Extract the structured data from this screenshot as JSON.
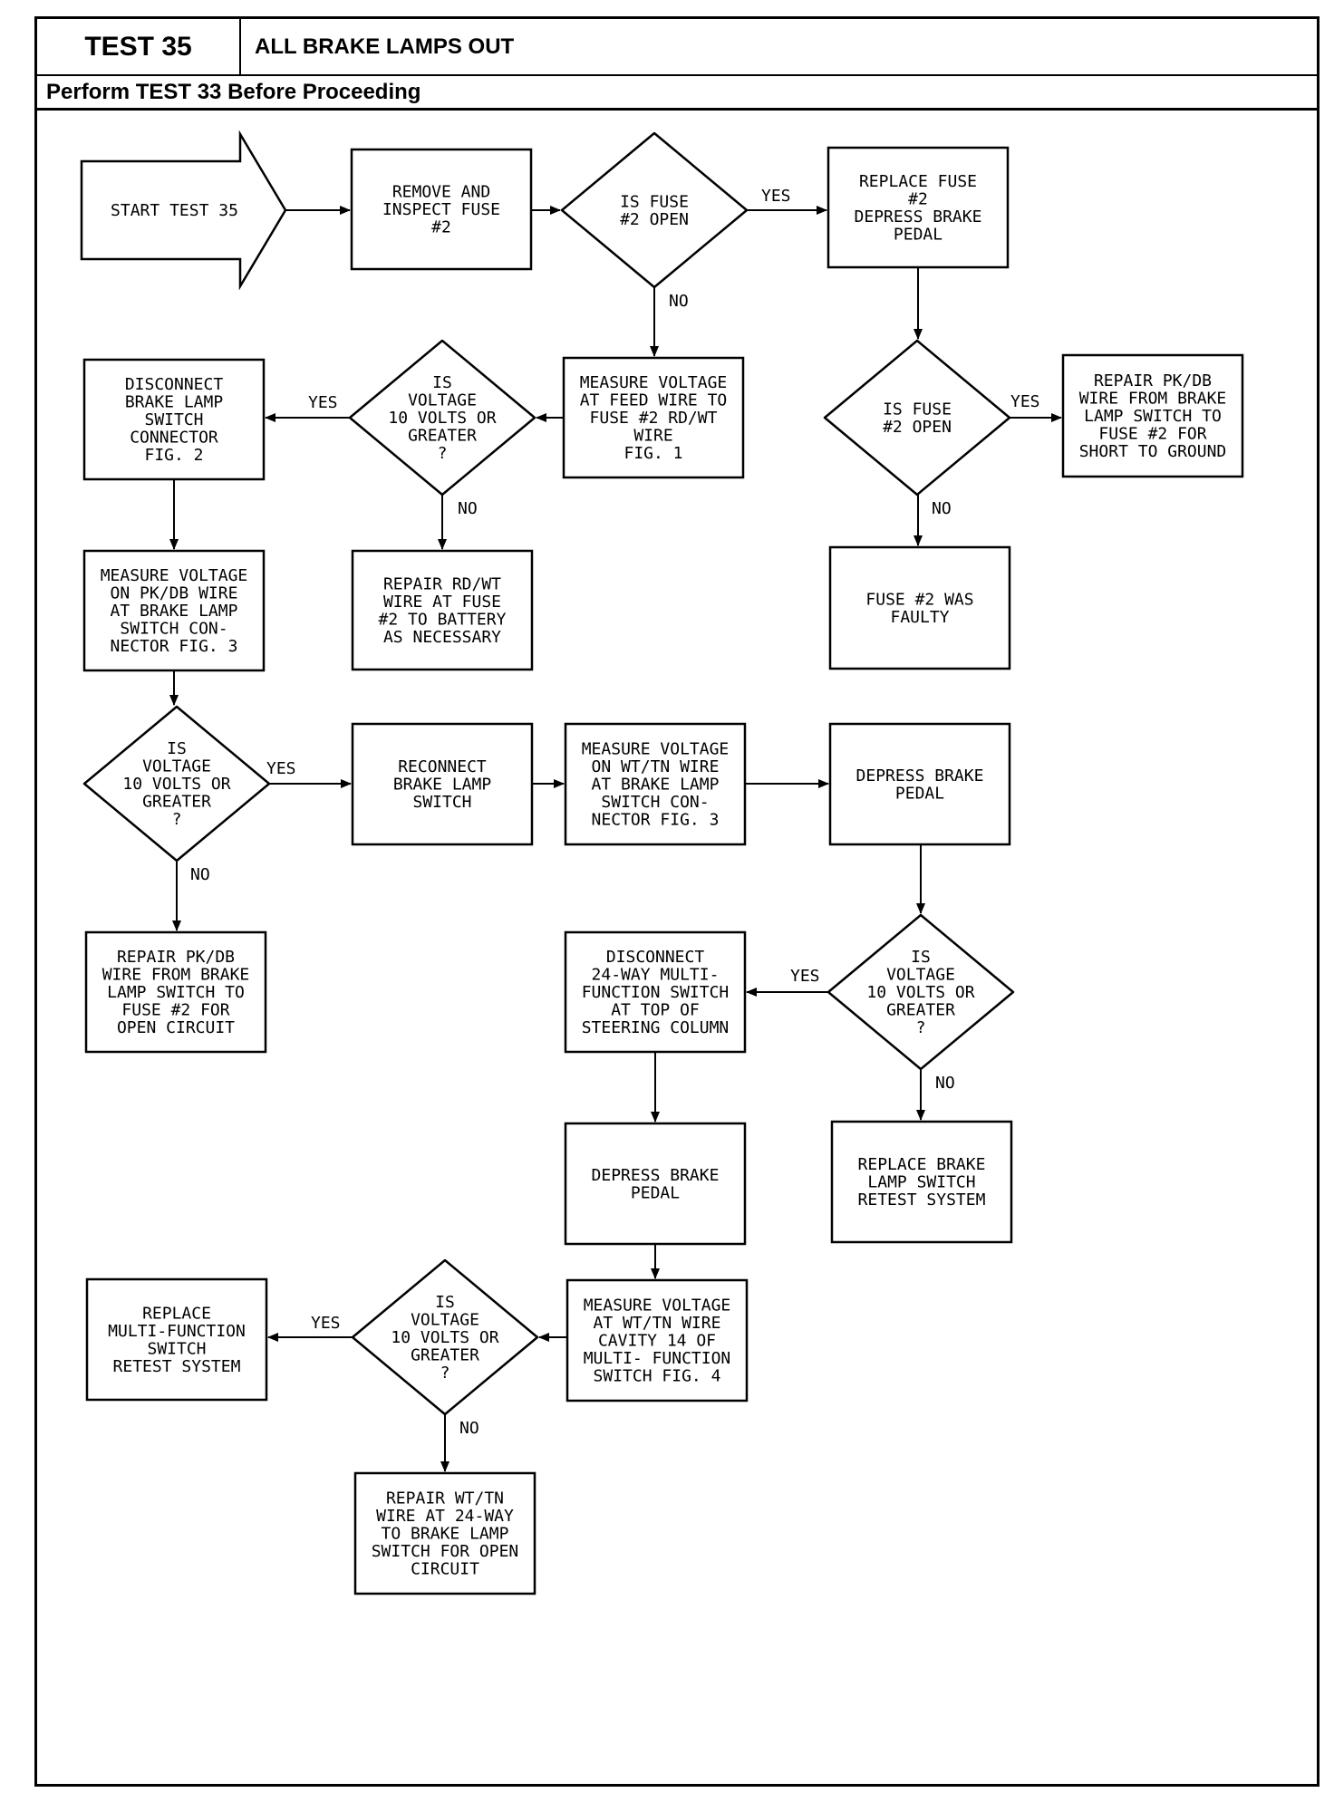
{
  "header": {
    "test_number": "TEST 35",
    "title": "ALL BRAKE LAMPS OUT",
    "prerequisite": "Perform TEST 33 Before Proceeding"
  },
  "nodes": {
    "start": {
      "shape": "arrow",
      "lines": [
        "START TEST 35"
      ]
    },
    "remove_fuse": {
      "shape": "box",
      "lines": [
        "REMOVE AND",
        "INSPECT FUSE",
        "#2"
      ]
    },
    "q_fuse_open_1": {
      "shape": "diamond",
      "lines": [
        "IS FUSE",
        "#2 OPEN"
      ]
    },
    "replace_fuse": {
      "shape": "box",
      "lines": [
        "REPLACE FUSE",
        "#2",
        "DEPRESS BRAKE",
        "PEDAL"
      ]
    },
    "measure_feed": {
      "shape": "box",
      "lines": [
        "MEASURE VOLTAGE",
        "AT FEED WIRE TO",
        "FUSE #2 RD/WT",
        "WIRE",
        "FIG. 1"
      ]
    },
    "q_fuse_open_2": {
      "shape": "diamond",
      "lines": [
        "IS FUSE",
        "#2 OPEN"
      ]
    },
    "repair_short": {
      "shape": "box",
      "lines": [
        "REPAIR PK/DB",
        "WIRE FROM BRAKE",
        "LAMP SWITCH TO",
        "FUSE #2 FOR",
        "SHORT TO GROUND"
      ]
    },
    "q_voltage_1": {
      "shape": "diamond",
      "lines": [
        "IS",
        "VOLTAGE",
        "10 VOLTS OR",
        "GREATER",
        "?"
      ]
    },
    "disconnect_switch": {
      "shape": "box",
      "lines": [
        "DISCONNECT",
        "BRAKE LAMP",
        "SWITCH",
        "CONNECTOR",
        "FIG. 2"
      ]
    },
    "repair_rdwt": {
      "shape": "box",
      "lines": [
        "REPAIR RD/WT",
        "WIRE AT FUSE",
        "#2 TO BATTERY",
        "AS NECESSARY"
      ]
    },
    "fuse_faulty": {
      "shape": "box",
      "lines": [
        "FUSE #2 WAS",
        "FAULTY"
      ]
    },
    "measure_pkdb": {
      "shape": "box",
      "lines": [
        "MEASURE VOLTAGE",
        "ON PK/DB WIRE",
        "AT BRAKE LAMP",
        "SWITCH CON-",
        "NECTOR FIG. 3"
      ]
    },
    "q_voltage_2": {
      "shape": "diamond",
      "lines": [
        "IS",
        "VOLTAGE",
        "10 VOLTS OR",
        "GREATER",
        "?"
      ]
    },
    "reconnect": {
      "shape": "box",
      "lines": [
        "RECONNECT",
        "BRAKE LAMP",
        "SWITCH"
      ]
    },
    "measure_wttn": {
      "shape": "box",
      "lines": [
        "MEASURE VOLTAGE",
        "ON WT/TN WIRE",
        "AT BRAKE LAMP",
        "SWITCH CON-",
        "NECTOR FIG. 3"
      ]
    },
    "depress_1": {
      "shape": "box",
      "lines": [
        "DEPRESS BRAKE",
        "PEDAL"
      ]
    },
    "repair_open": {
      "shape": "box",
      "lines": [
        "REPAIR PK/DB",
        "WIRE FROM BRAKE",
        "LAMP SWITCH TO",
        "FUSE #2 FOR",
        "OPEN CIRCUIT"
      ]
    },
    "disconnect_24": {
      "shape": "box",
      "lines": [
        "DISCONNECT",
        "24-WAY MULTI-",
        "FUNCTION SWITCH",
        "AT TOP OF",
        "STEERING COLUMN"
      ]
    },
    "q_voltage_3": {
      "shape": "diamond",
      "lines": [
        "IS",
        "VOLTAGE",
        "10 VOLTS OR",
        "GREATER",
        "?"
      ]
    },
    "depress_2": {
      "shape": "box",
      "lines": [
        "DEPRESS BRAKE",
        "PEDAL"
      ]
    },
    "replace_switch": {
      "shape": "box",
      "lines": [
        "REPLACE BRAKE",
        "LAMP SWITCH",
        "RETEST SYSTEM"
      ]
    },
    "replace_multi": {
      "shape": "box",
      "lines": [
        "REPLACE",
        "MULTI-FUNCTION",
        "SWITCH",
        "RETEST SYSTEM"
      ]
    },
    "q_voltage_4": {
      "shape": "diamond",
      "lines": [
        "IS",
        "VOLTAGE",
        "10 VOLTS OR",
        "GREATER",
        "?"
      ]
    },
    "measure_cavity": {
      "shape": "box",
      "lines": [
        "MEASURE VOLTAGE",
        "AT WT/TN WIRE",
        "CAVITY 14 OF",
        "MULTI- FUNCTION",
        "SWITCH FIG. 4"
      ]
    },
    "repair_24way": {
      "shape": "box",
      "lines": [
        "REPAIR WT/TN",
        "WIRE AT 24-WAY",
        "TO BRAKE LAMP",
        "SWITCH FOR OPEN",
        "CIRCUIT"
      ]
    }
  },
  "edges": [
    {
      "from": "start",
      "to": "remove_fuse",
      "label": ""
    },
    {
      "from": "remove_fuse",
      "to": "q_fuse_open_1",
      "label": ""
    },
    {
      "from": "q_fuse_open_1",
      "to": "replace_fuse",
      "label": "YES"
    },
    {
      "from": "q_fuse_open_1",
      "to": "measure_feed",
      "label": "NO"
    },
    {
      "from": "replace_fuse",
      "to": "q_fuse_open_2",
      "label": ""
    },
    {
      "from": "q_fuse_open_2",
      "to": "repair_short",
      "label": "YES"
    },
    {
      "from": "q_fuse_open_2",
      "to": "fuse_faulty",
      "label": "NO"
    },
    {
      "from": "measure_feed",
      "to": "q_voltage_1",
      "label": ""
    },
    {
      "from": "q_voltage_1",
      "to": "disconnect_switch",
      "label": "YES"
    },
    {
      "from": "q_voltage_1",
      "to": "repair_rdwt",
      "label": "NO"
    },
    {
      "from": "disconnect_switch",
      "to": "measure_pkdb",
      "label": ""
    },
    {
      "from": "measure_pkdb",
      "to": "q_voltage_2",
      "label": ""
    },
    {
      "from": "q_voltage_2",
      "to": "reconnect",
      "label": "YES"
    },
    {
      "from": "q_voltage_2",
      "to": "repair_open",
      "label": "NO"
    },
    {
      "from": "reconnect",
      "to": "measure_wttn",
      "label": ""
    },
    {
      "from": "measure_wttn",
      "to": "depress_1",
      "label": ""
    },
    {
      "from": "depress_1",
      "to": "q_voltage_3",
      "label": ""
    },
    {
      "from": "q_voltage_3",
      "to": "disconnect_24",
      "label": "YES"
    },
    {
      "from": "q_voltage_3",
      "to": "replace_switch",
      "label": "NO"
    },
    {
      "from": "disconnect_24",
      "to": "depress_2",
      "label": ""
    },
    {
      "from": "depress_2",
      "to": "measure_cavity",
      "label": ""
    },
    {
      "from": "measure_cavity",
      "to": "q_voltage_4",
      "label": ""
    },
    {
      "from": "q_voltage_4",
      "to": "replace_multi",
      "label": "YES"
    },
    {
      "from": "q_voltage_4",
      "to": "repair_24way",
      "label": "NO"
    }
  ]
}
